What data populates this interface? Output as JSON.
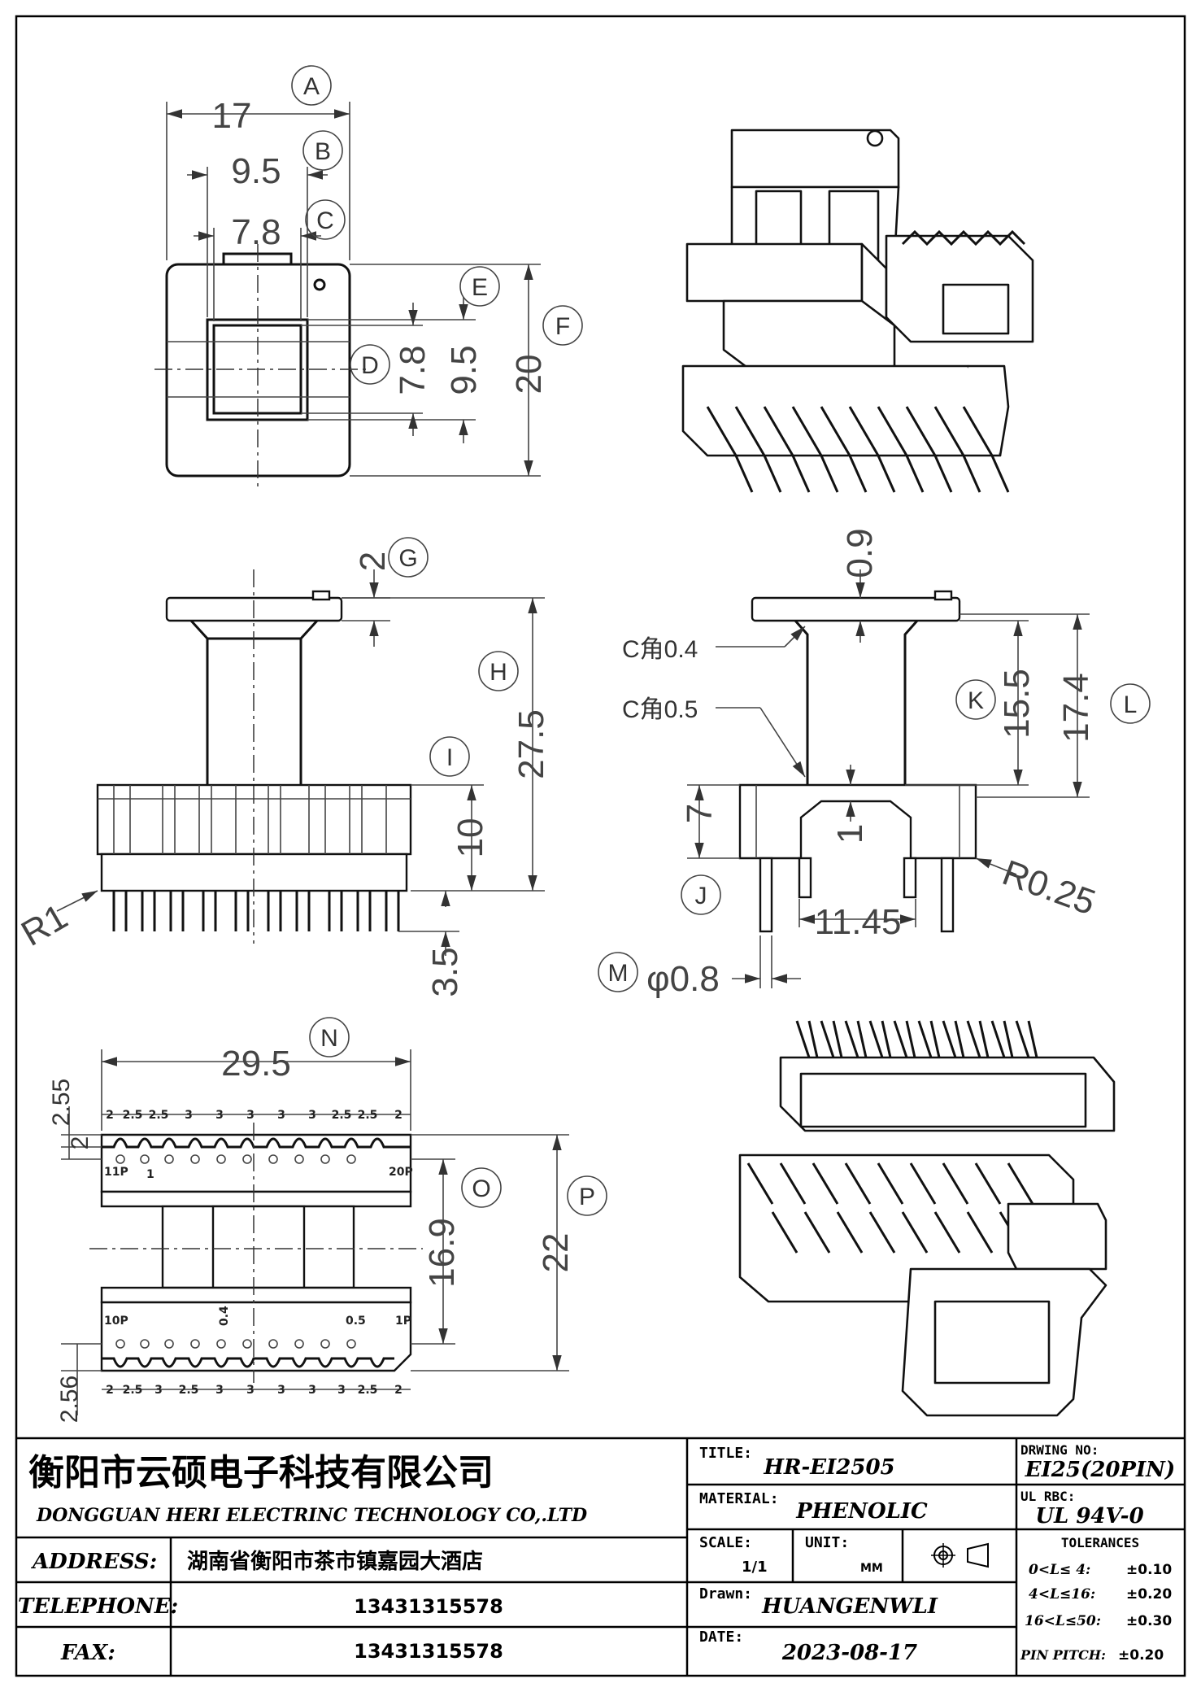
{
  "drawing": {
    "top_view": {
      "dims": {
        "A": "17",
        "B": "9.5",
        "C": "7.8",
        "D": "7.8",
        "E": "9.5",
        "F": "20"
      },
      "callouts": [
        "A",
        "B",
        "C",
        "D",
        "E",
        "F"
      ]
    },
    "front_view": {
      "dims": {
        "G": "2",
        "H": "27.5",
        "I": "10",
        "pin": "3.5",
        "radius": "R1"
      },
      "callouts": [
        "G",
        "H",
        "I"
      ]
    },
    "side_view": {
      "dims": {
        "top": "0.9",
        "K": "15.5",
        "L": "17.4",
        "J": "7",
        "step": "1",
        "span": "11.45",
        "M": "φ0.8",
        "radius": "R0.25"
      },
      "chamfers": [
        "C角0.4",
        "C角0.5"
      ],
      "callouts": [
        "K",
        "L",
        "J",
        "M"
      ]
    },
    "bottom_view": {
      "dims": {
        "N": "29.5",
        "O_dim": "16.9",
        "P": "22",
        "top_offset_a": "2.55",
        "top_offset_b": "2",
        "bottom_offset": "2.56",
        "small_a": "0.4",
        "small_b": "0.5"
      },
      "callouts": [
        "N",
        "O",
        "P"
      ],
      "top_pitches": [
        "2",
        "2.5",
        "2.5",
        "3",
        "3",
        "3",
        "3",
        "3",
        "2.5",
        "2.5",
        "2"
      ],
      "bottom_pitches": [
        "2",
        "2.5",
        "3",
        "2.5",
        "3",
        "3",
        "3",
        "3",
        "3",
        "2.5",
        "2"
      ],
      "pin_labels": {
        "top_left": "11P",
        "top_left_small": "1",
        "top_right": "20P",
        "bottom_left": "10P",
        "bottom_right": "1P"
      }
    }
  },
  "title_block": {
    "company_cn": "衡阳市云硕电子科技有限公司",
    "company_en": "DONGGUAN HERI ELECTRINC TECHNOLOGY CO,.LTD",
    "address_label": "ADDRESS:",
    "address_value": "湖南省衡阳市茶市镇嘉园大酒店",
    "telephone_label": "TELEPHONE:",
    "telephone_value": "13431315578",
    "fax_label": "FAX:",
    "fax_value": "13431315578",
    "title_label": "TITLE:",
    "title_value": "HR-EI2505",
    "material_label": "MATERIAL:",
    "material_value": "PHENOLIC",
    "scale_label": "SCALE:",
    "scale_value": "1/1",
    "unit_label": "UNIT:",
    "unit_value": "MM",
    "drawn_label": "Drawn:",
    "drawn_value": "HUANGENWLI",
    "date_label": "DATE:",
    "date_value": "2023-08-17",
    "drawing_no_label": "DRWING NO:",
    "drawing_no_value": "EI25(20PIN)",
    "ul_label": "UL RBC:",
    "ul_value": "UL 94V-0",
    "tolerances_label": "TOLERANCES",
    "tolerances": [
      {
        "range": "0<L≤ 4:",
        "value": "±0.10"
      },
      {
        "range": "4<L≤16:",
        "value": "±0.20"
      },
      {
        "range": "16<L≤50:",
        "value": "±0.30"
      }
    ],
    "pin_pitch_label": "PIN PITCH:",
    "pin_pitch_value": "±0.20"
  }
}
